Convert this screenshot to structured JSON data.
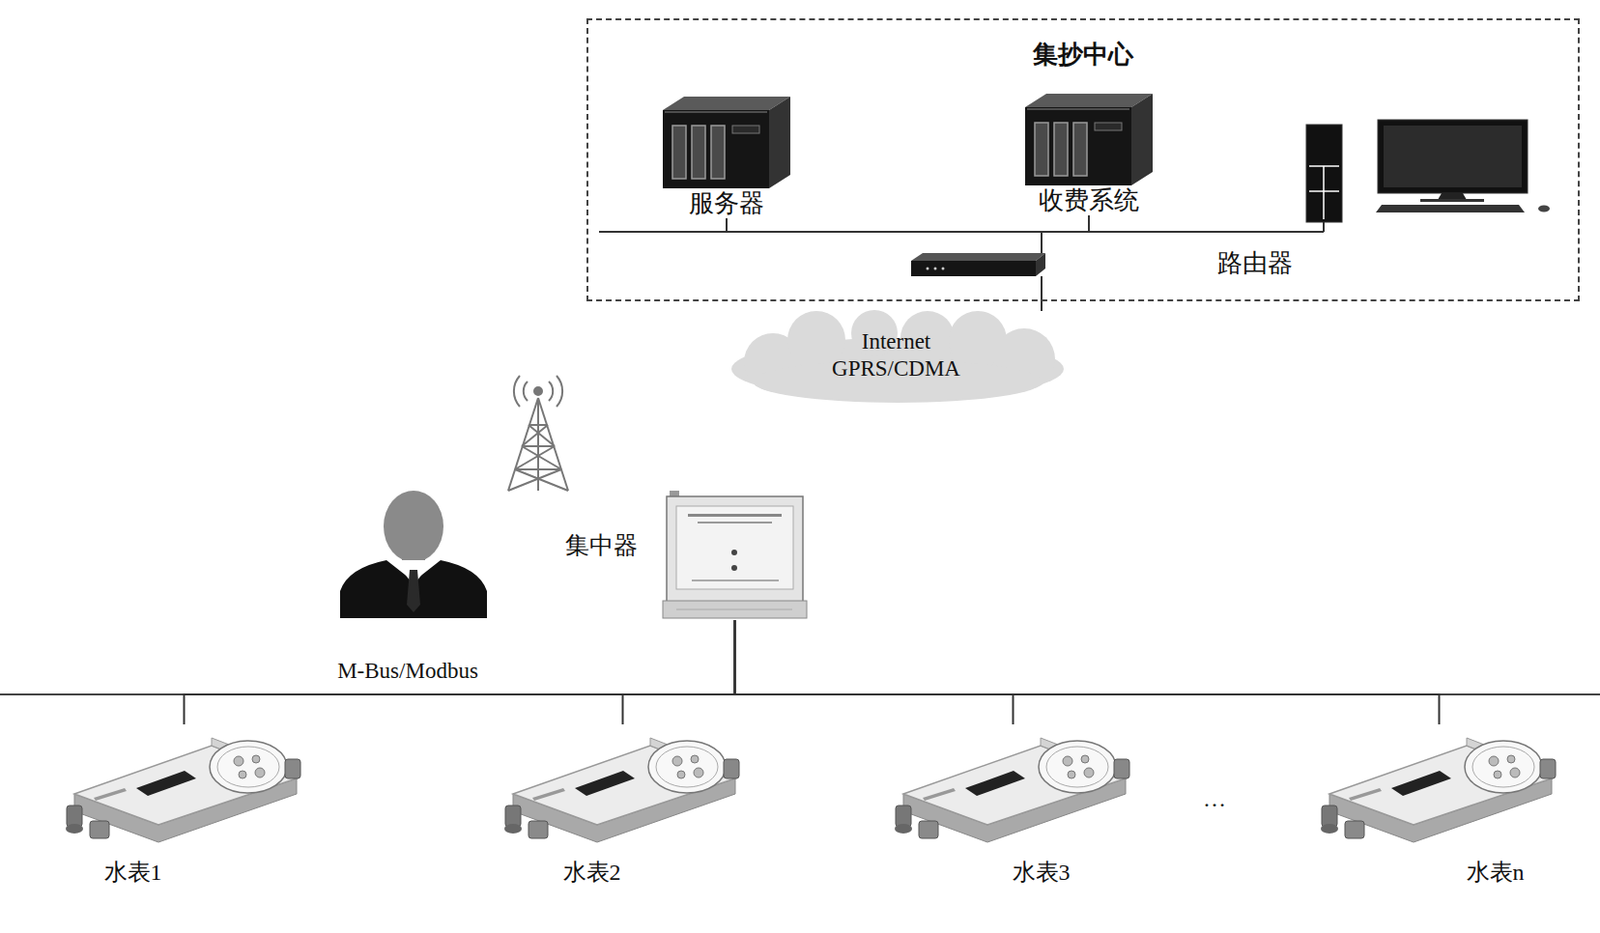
{
  "diagram": {
    "nodes": [
      {
        "text": [
          "集抄中心"
        ]
      },
      {
        "text": [
          "服务器"
        ],
        "in": 0
      },
      {
        "text": [
          "收费系统"
        ],
        "in": 0
      },
      {
        "text": [
          "路由器"
        ],
        "in": 0
      },
      {
        "text": [
          "Internet GPRS/CDMA"
        ]
      },
      {
        "text": [
          "集中器"
        ]
      },
      {
        "text": [
          "水表1"
        ]
      },
      {
        "text": [
          "水表2"
        ]
      },
      {
        "text": [
          "水表3"
        ]
      },
      {
        "text": [
          "水表n"
        ]
      }
    ],
    "edges": [
      {
        "from": 1,
        "to": 3,
        "arrow": "none"
      },
      {
        "from": 2,
        "to": 3,
        "arrow": "none"
      },
      {
        "from": 3,
        "to": 4,
        "arrow": "none"
      },
      {
        "from": 5,
        "to": 6,
        "arrow": "none"
      },
      {
        "from": 5,
        "to": 7,
        "arrow": "none"
      },
      {
        "from": 5,
        "to": 8,
        "arrow": "none"
      },
      {
        "from": 5,
        "to": 9,
        "arrow": "none"
      }
    ],
    "labels": [
      "M-Bus/Modbus",
      "…"
    ]
  }
}
